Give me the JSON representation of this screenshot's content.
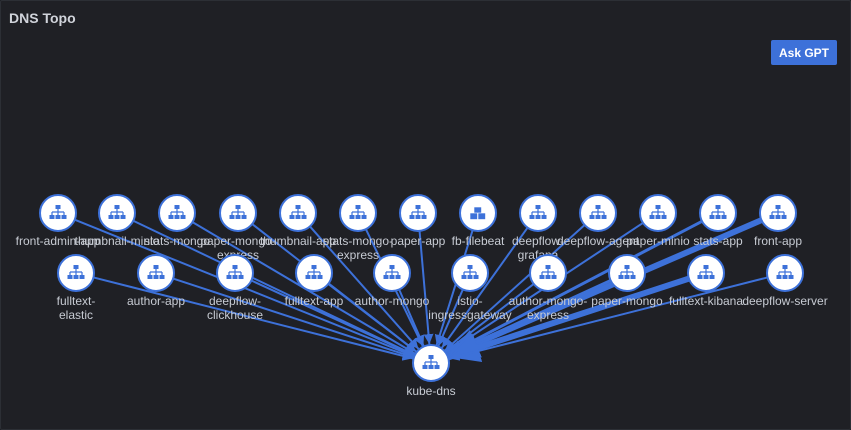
{
  "panel": {
    "title": "DNS Topo"
  },
  "toolbar": {
    "ask_gpt_label": "Ask GPT"
  },
  "colors": {
    "edge": "#3d71d9",
    "node_fill": "#ffffff",
    "node_stroke": "#3d71d9",
    "node_icon": "#3d71d9",
    "accent": "#3d71d9",
    "label": "#c7cbd3"
  },
  "graph": {
    "center": {
      "id": "kube-dns",
      "lines": [
        "kube-dns"
      ],
      "icon": "hierarchy-icon"
    },
    "nodes": [
      {
        "id": "front-admin-app",
        "lines": [
          "front-admin-app"
        ],
        "icon": "hierarchy-icon",
        "weight": 2
      },
      {
        "id": "thumbnail-minio",
        "lines": [
          "thumbnail-minio"
        ],
        "icon": "hierarchy-icon",
        "weight": 2
      },
      {
        "id": "stats-mongo",
        "lines": [
          "stats-mongo"
        ],
        "icon": "hierarchy-icon",
        "weight": 2
      },
      {
        "id": "paper-mongo-express",
        "lines": [
          "paper-mongo-",
          "express"
        ],
        "icon": "hierarchy-icon",
        "weight": 2
      },
      {
        "id": "thumbnail-app",
        "lines": [
          "thumbnail-app"
        ],
        "icon": "hierarchy-icon",
        "weight": 2
      },
      {
        "id": "stats-mongo-express",
        "lines": [
          "stats-mongo-",
          "express"
        ],
        "icon": "hierarchy-icon",
        "weight": 2
      },
      {
        "id": "paper-app",
        "lines": [
          "paper-app"
        ],
        "icon": "hierarchy-icon",
        "weight": 2
      },
      {
        "id": "fb-filebeat",
        "lines": [
          "fb-filebeat"
        ],
        "icon": "cubes-icon",
        "weight": 2
      },
      {
        "id": "deepflow-grafana",
        "lines": [
          "deepflow-",
          "grafana"
        ],
        "icon": "hierarchy-icon",
        "weight": 2
      },
      {
        "id": "deepflow-agent",
        "lines": [
          "deepflow-agent"
        ],
        "icon": "hierarchy-icon",
        "weight": 2
      },
      {
        "id": "paper-minio",
        "lines": [
          "paper-minio"
        ],
        "icon": "hierarchy-icon",
        "weight": 2
      },
      {
        "id": "stats-app",
        "lines": [
          "stats-app"
        ],
        "icon": "hierarchy-icon",
        "weight": 3
      },
      {
        "id": "front-app",
        "lines": [
          "front-app"
        ],
        "icon": "hierarchy-icon",
        "weight": 6
      },
      {
        "id": "fulltext-elastic",
        "lines": [
          "fulltext-",
          "elastic"
        ],
        "icon": "hierarchy-icon",
        "weight": 2
      },
      {
        "id": "author-app",
        "lines": [
          "author-app"
        ],
        "icon": "hierarchy-icon",
        "weight": 2
      },
      {
        "id": "deepflow-clickhouse",
        "lines": [
          "deepflow-",
          "clickhouse"
        ],
        "icon": "hierarchy-icon",
        "weight": 2
      },
      {
        "id": "fulltext-app",
        "lines": [
          "fulltext-app"
        ],
        "icon": "hierarchy-icon",
        "weight": 2
      },
      {
        "id": "author-mongo",
        "lines": [
          "author-mongo"
        ],
        "icon": "hierarchy-icon",
        "weight": 2
      },
      {
        "id": "istio-ingressgateway",
        "lines": [
          "istio-",
          "ingressgateway"
        ],
        "icon": "hierarchy-icon",
        "weight": 2
      },
      {
        "id": "author-mongo-express",
        "lines": [
          "author-mongo-",
          "express"
        ],
        "icon": "hierarchy-icon",
        "weight": 2
      },
      {
        "id": "paper-mongo",
        "lines": [
          "paper-mongo"
        ],
        "icon": "hierarchy-icon",
        "weight": 3
      },
      {
        "id": "fulltext-kibana",
        "lines": [
          "fulltext-kibana"
        ],
        "icon": "hierarchy-icon",
        "weight": 6
      },
      {
        "id": "deepflow-server",
        "lines": [
          "deepflow-server"
        ],
        "icon": "hierarchy-icon",
        "weight": 2
      }
    ]
  }
}
